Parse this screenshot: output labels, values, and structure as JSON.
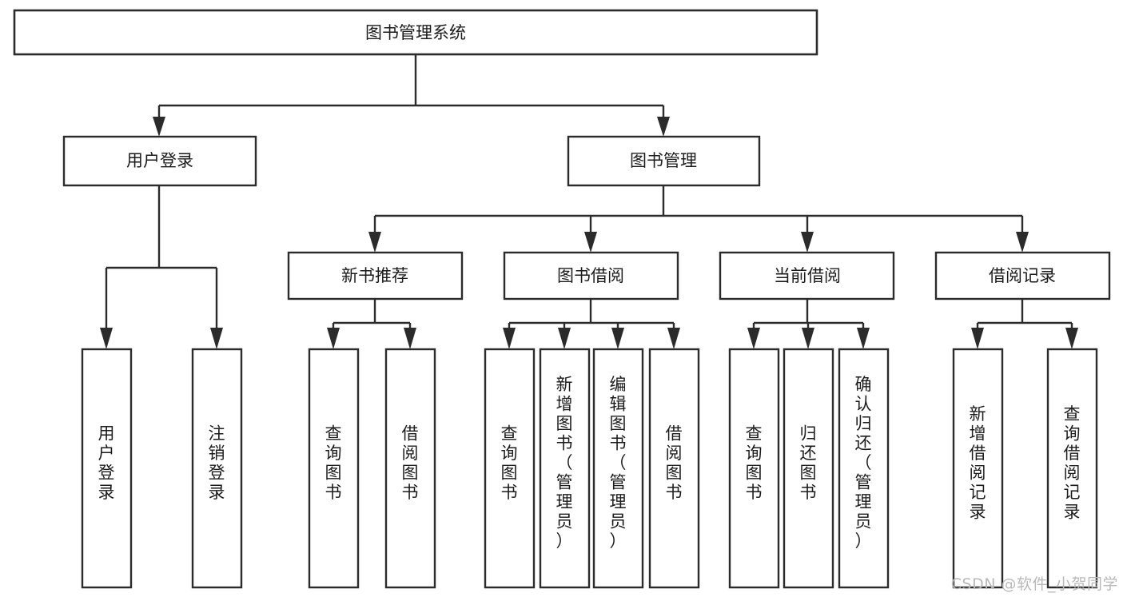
{
  "diagram": {
    "title": "图书管理系统",
    "type": "tree",
    "watermark": "CSDN @软件_小贺同学",
    "nodes": {
      "root": {
        "label": "图书管理系统"
      },
      "level2": [
        {
          "label": "用户登录"
        },
        {
          "label": "图书管理"
        }
      ],
      "level3": [
        {
          "label": "新书推荐"
        },
        {
          "label": "图书借阅"
        },
        {
          "label": "当前借阅"
        },
        {
          "label": "借阅记录"
        }
      ],
      "leaves_user_login": [
        {
          "label": "用户登录"
        },
        {
          "label": "注销登录"
        }
      ],
      "leaves_new_book": [
        {
          "label": "查询图书"
        },
        {
          "label": "借阅图书"
        }
      ],
      "leaves_book_borrow": [
        {
          "label": "查询图书"
        },
        {
          "label": "新增图书（管理员）"
        },
        {
          "label": "编辑图书（管理员）"
        },
        {
          "label": "借阅图书"
        }
      ],
      "leaves_current_borrow": [
        {
          "label": "查询图书"
        },
        {
          "label": "归还图书"
        },
        {
          "label": "确认归还（管理员）"
        }
      ],
      "leaves_borrow_record": [
        {
          "label": "新增借阅记录"
        },
        {
          "label": "查询借阅记录"
        }
      ]
    },
    "colors": {
      "box_stroke": "#2b2b2b",
      "box_fill": "#ffffff",
      "text": "#1b1b1b",
      "watermark": "#b9b9b9",
      "background": "#ffffff"
    }
  }
}
